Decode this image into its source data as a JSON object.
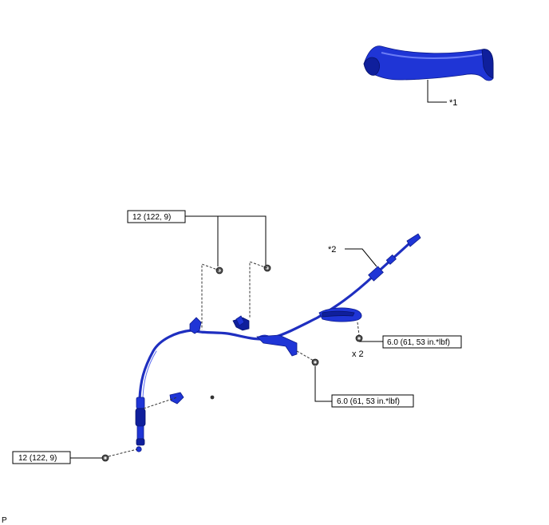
{
  "callouts": {
    "part1": "*1",
    "part2": "*2",
    "torque_top": "12 (122, 9)",
    "torque_bottom_left": "12 (122, 9)",
    "torque_right_upper": "6.0 (61, 53 in.*lbf)",
    "torque_right_lower": "6.0 (61, 53 in.*lbf)",
    "quantity": "x 2",
    "corner_mark": "P"
  },
  "colors": {
    "part": "#1f35d6",
    "part_dark": "#0f1f9c",
    "leader": "#000000"
  }
}
